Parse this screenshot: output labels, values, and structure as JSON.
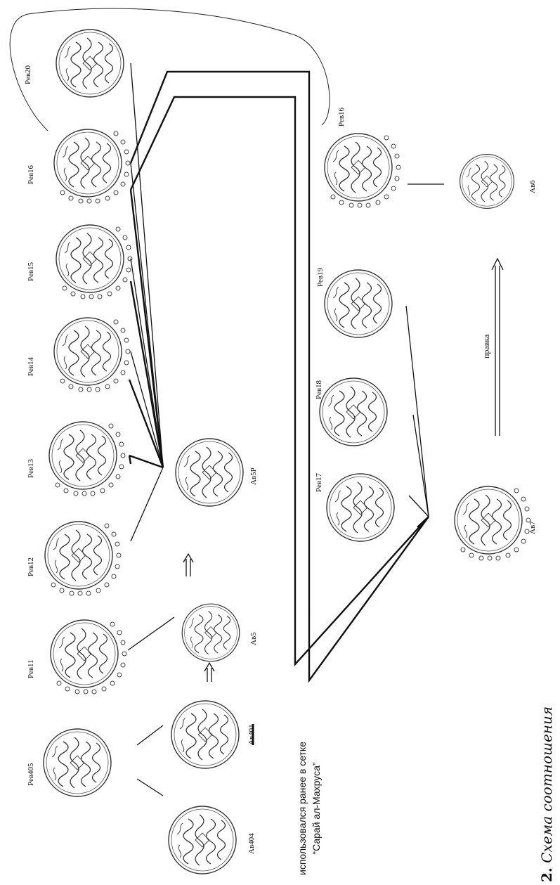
{
  "coins": {
    "rev20": "Рев20",
    "rev16_left": "Рев16",
    "rev15": "Рев15",
    "rev14": "Рев14",
    "rev13": "Рев13",
    "rev12": "Рев12",
    "rev11": "Рев11",
    "rev405": "Рев405",
    "av404": "Ав404",
    "av401": "Ав401",
    "av5": "Ав5",
    "av5p": "Ав5Р",
    "rev16_right": "Рев16",
    "av6": "Ав6",
    "rev19": "Рев19",
    "rev18": "Рев18",
    "rev17": "Рев17",
    "av7": "Ав7"
  },
  "notes": {
    "correction": "правка",
    "used_line1": "использовался ранее в сетке",
    "used_line2": "“Сарай ал-Махруса”"
  },
  "caption": {
    "number": "2.",
    "text": "Схема соотношения"
  }
}
